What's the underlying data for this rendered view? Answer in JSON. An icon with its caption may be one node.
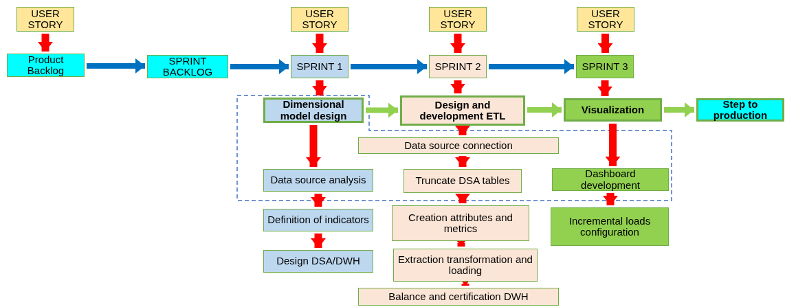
{
  "diagram": {
    "nodes": [
      {
        "text": [
          "USER STORY"
        ]
      },
      {
        "text": [
          "USER STORY"
        ]
      },
      {
        "text": [
          "USER STORY"
        ]
      },
      {
        "text": [
          "USER STORY"
        ]
      },
      {
        "text": [
          "Product Backlog"
        ]
      },
      {
        "text": [
          "SPRINT BACKLOG"
        ]
      },
      {
        "text": [
          "SPRINT 1"
        ]
      },
      {
        "text": [
          "SPRINT 2"
        ]
      },
      {
        "text": [
          "SPRINT 3"
        ]
      },
      {
        "text": [
          "Dimensional model design"
        ]
      },
      {
        "text": [
          "Design and development ETL"
        ]
      },
      {
        "text": [
          "Visualization"
        ]
      },
      {
        "text": [
          "Step to production"
        ]
      },
      {
        "text": [
          "Data source connection"
        ]
      },
      {
        "text": [
          "Data source analysis"
        ]
      },
      {
        "text": [
          "Truncate DSA tables"
        ]
      },
      {
        "text": [
          "Dashboard development"
        ]
      },
      {
        "text": [
          "Definition of indicators"
        ]
      },
      {
        "text": [
          "Creation attributes and metrics"
        ]
      },
      {
        "text": [
          "Incremental loads configuration"
        ]
      },
      {
        "text": [
          "Design DSA/DWH"
        ]
      },
      {
        "text": [
          "Extraction transformation and loading"
        ]
      },
      {
        "text": [
          "Balance and certification DWH"
        ]
      }
    ],
    "edges": [
      {
        "from": 0,
        "to": 4,
        "arrow": "to"
      },
      {
        "from": 1,
        "to": 6,
        "arrow": "to"
      },
      {
        "from": 2,
        "to": 7,
        "arrow": "to"
      },
      {
        "from": 3,
        "to": 8,
        "arrow": "to"
      },
      {
        "from": 4,
        "to": 5,
        "arrow": "to",
        "color": "#0070c0"
      },
      {
        "from": 5,
        "to": 6,
        "arrow": "to",
        "color": "#0070c0"
      },
      {
        "from": 6,
        "to": 7,
        "arrow": "to",
        "color": "#0070c0"
      },
      {
        "from": 7,
        "to": 8,
        "arrow": "to",
        "color": "#0070c0"
      },
      {
        "from": 6,
        "to": 9,
        "arrow": "to"
      },
      {
        "from": 7,
        "to": 10,
        "arrow": "to"
      },
      {
        "from": 8,
        "to": 11,
        "arrow": "to"
      },
      {
        "from": 9,
        "to": 10,
        "arrow": "to",
        "color": "#92d050"
      },
      {
        "from": 10,
        "to": 11,
        "arrow": "to",
        "color": "#92d050"
      },
      {
        "from": 11,
        "to": 12,
        "arrow": "to",
        "color": "#92d050"
      },
      {
        "from": 9,
        "to": 14,
        "arrow": "to"
      },
      {
        "from": 14,
        "to": 17,
        "arrow": "to"
      },
      {
        "from": 17,
        "to": 20,
        "arrow": "to"
      },
      {
        "from": 10,
        "to": 13,
        "arrow": "to"
      },
      {
        "from": 13,
        "to": 15,
        "arrow": "to"
      },
      {
        "from": 15,
        "to": 18,
        "arrow": "to"
      },
      {
        "from": 18,
        "to": 21,
        "arrow": "to"
      },
      {
        "from": 21,
        "to": 22,
        "arrow": "to"
      },
      {
        "from": 11,
        "to": 16,
        "arrow": "to"
      },
      {
        "from": 16,
        "to": 19,
        "arrow": "to"
      }
    ]
  }
}
